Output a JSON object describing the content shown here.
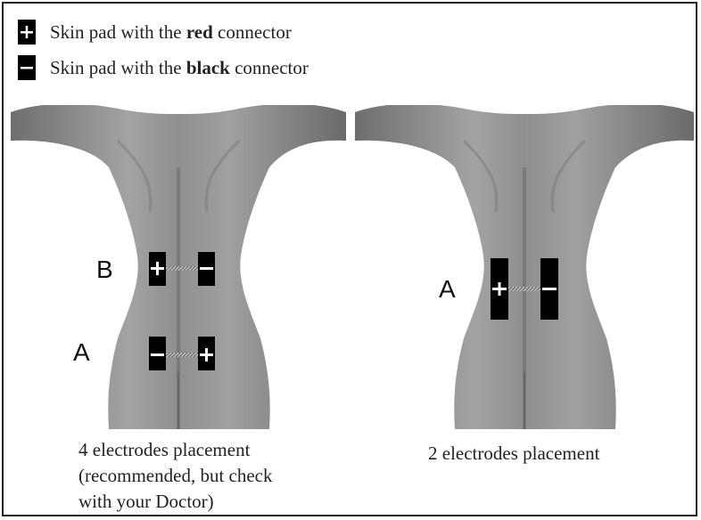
{
  "legend": [
    {
      "symbol": "plus",
      "prefix": "Skin pad with the ",
      "emphasis": "red",
      "suffix": " connector"
    },
    {
      "symbol": "minus",
      "prefix": "Skin pad with the ",
      "emphasis": "black",
      "suffix": " connector"
    }
  ],
  "left_figure": {
    "labels": {
      "upper": "B",
      "lower": "A"
    },
    "caption": [
      "4 electrodes placement",
      "(recommended, but check",
      "with your Doctor)"
    ]
  },
  "right_figure": {
    "labels": {
      "pair": "A"
    },
    "caption": [
      "2 electrodes placement"
    ]
  },
  "colors": {
    "pad": "#000000",
    "mark": "#ffffff",
    "skin_light": "#a9a9a9",
    "skin_dark": "#5a5a5a"
  }
}
